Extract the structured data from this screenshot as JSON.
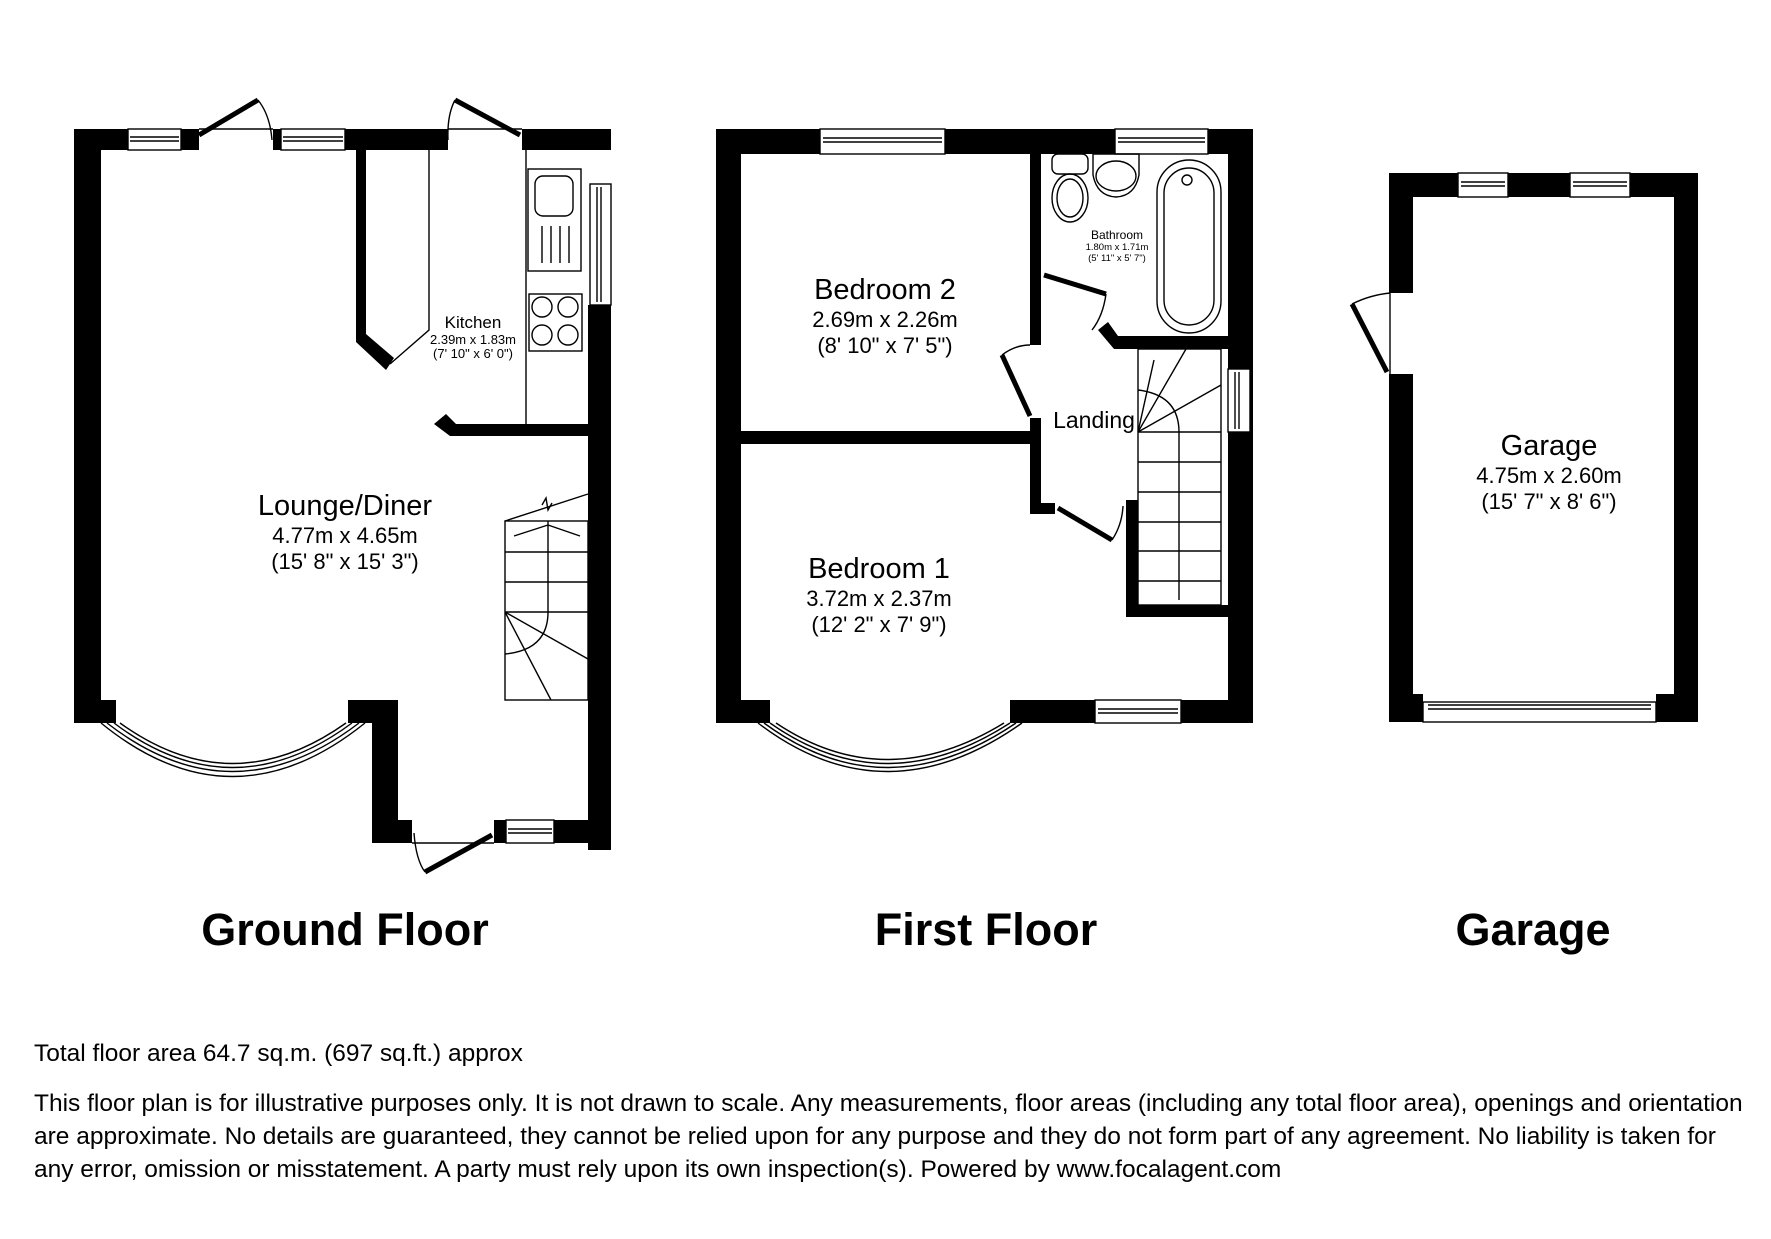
{
  "floors": {
    "ground": {
      "title": "Ground Floor",
      "rooms": [
        {
          "name": "Lounge/Diner",
          "metric": "4.77m x 4.65m",
          "imperial": "(15' 8\" x 15' 3\")"
        },
        {
          "name": "Kitchen",
          "metric": "2.39m x 1.83m",
          "imperial": "(7' 10\" x 6' 0\")"
        }
      ]
    },
    "first": {
      "title": "First Floor",
      "rooms": [
        {
          "name": "Bedroom 2",
          "metric": "2.69m x 2.26m",
          "imperial": "(8' 10\" x 7' 5\")"
        },
        {
          "name": "Bathroom",
          "metric": "1.80m x 1.71m",
          "imperial": "(5' 11\" x 5' 7\")"
        },
        {
          "name": "Landing"
        },
        {
          "name": "Bedroom 1",
          "metric": "3.72m x 2.37m",
          "imperial": "(12' 2\" x 7' 9\")"
        }
      ]
    },
    "garage": {
      "title": "Garage",
      "rooms": [
        {
          "name": "Garage",
          "metric": "4.75m x 2.60m",
          "imperial": "(15' 7\" x 8' 6\")"
        }
      ]
    }
  },
  "footer": {
    "total_area": "Total floor area 64.7 sq.m. (697 sq.ft.) approx",
    "disclaimer": "This floor plan is for illustrative purposes only. It is not drawn to scale. Any measurements, floor areas (including any total floor area), openings and orientation are approximate. No details are guaranteed, they cannot be relied upon for any purpose and they do not form part of any agreement. No liability is taken for any error, omission or misstatement. A party must rely upon its own inspection(s). Powered by www.focalagent.com"
  },
  "colors": {
    "wall": "#000000",
    "background": "#ffffff"
  }
}
